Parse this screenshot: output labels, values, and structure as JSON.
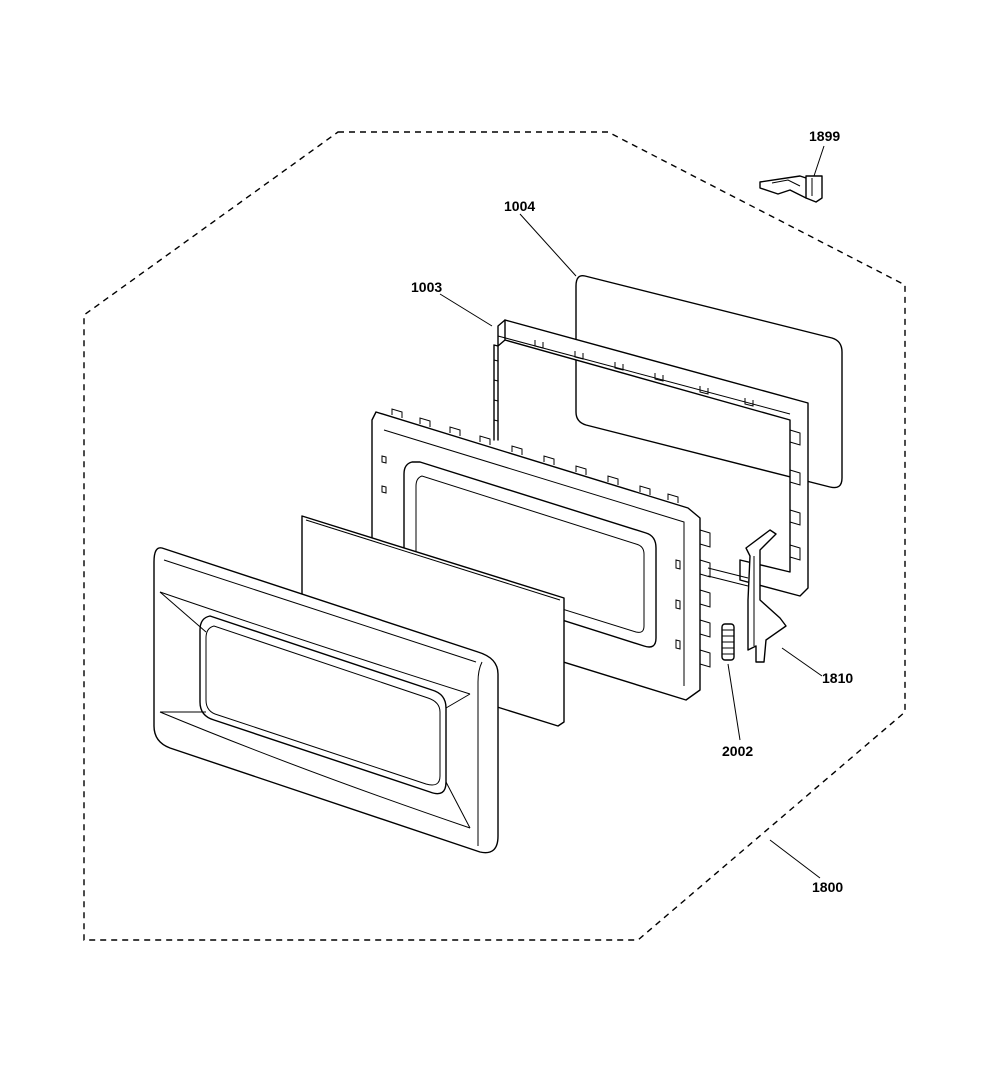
{
  "callouts": {
    "c1899": "1899",
    "c1004": "1004",
    "c1003": "1003",
    "c1810": "1810",
    "c2002": "2002",
    "c1800": "1800"
  }
}
